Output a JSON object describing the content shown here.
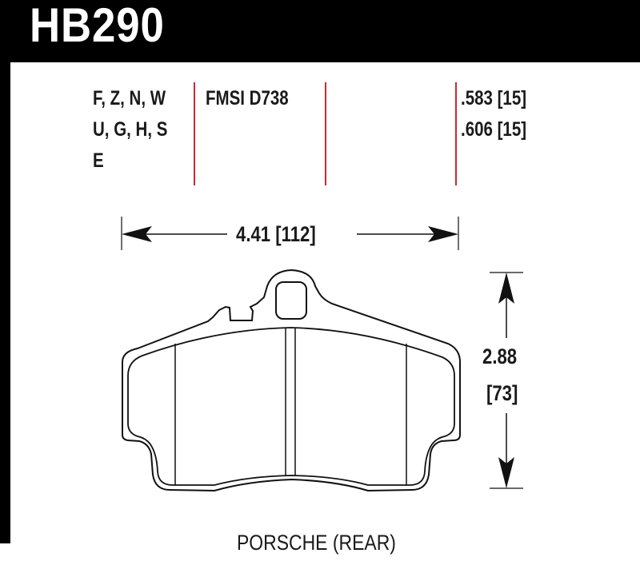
{
  "header": {
    "part_number": "HB290"
  },
  "specs": {
    "compounds": [
      "F, Z, N, W",
      "U, G, H, S",
      "E"
    ],
    "fmsi": "FMSI D738",
    "thickness": [
      ".583 [15]",
      ".606 [15]"
    ]
  },
  "dimensions": {
    "width_label": "4.41 [112]",
    "height_label_in": "2.88",
    "height_label_mm": "[73]"
  },
  "caption": {
    "application": "PORSCHE (REAR)"
  },
  "colors": {
    "header_bg": "#000000",
    "divider_red": "#d0262e",
    "line": "#111111"
  }
}
